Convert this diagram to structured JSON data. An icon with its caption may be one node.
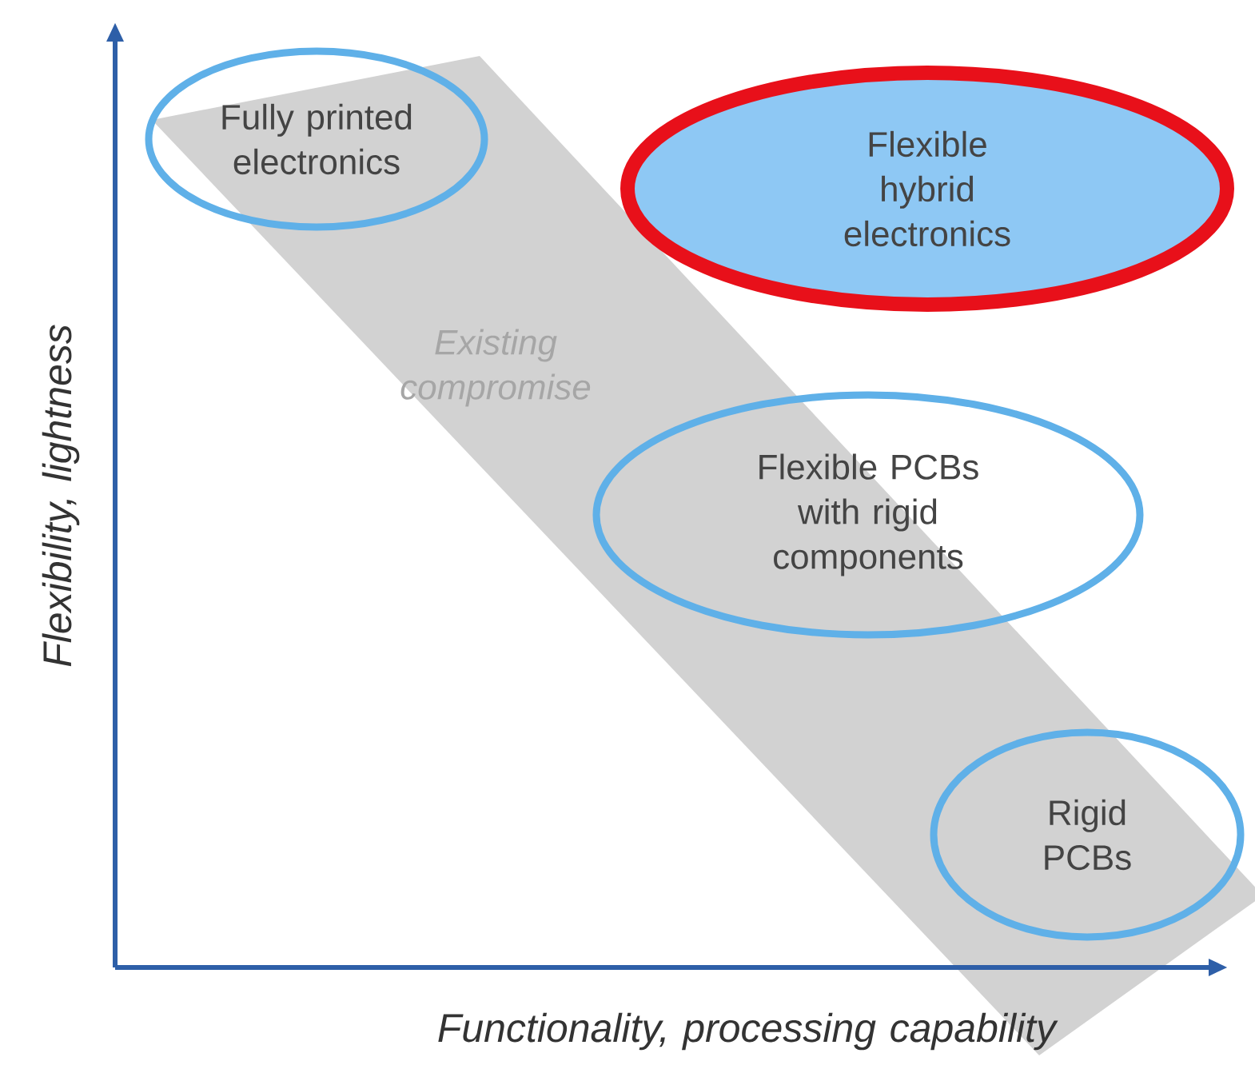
{
  "diagram": {
    "nodes": [
      {
        "text": [
          "Fully printed electronics"
        ]
      },
      {
        "text": [
          "Flexible hybrid electronics"
        ]
      },
      {
        "text": [
          "Flexible PCBs with rigid components"
        ]
      },
      {
        "text": [
          "Rigid PCBs"
        ]
      }
    ],
    "labels": [
      "Existing compromise",
      "Flexibility, lightness",
      "Functionality, processing capability"
    ]
  }
}
